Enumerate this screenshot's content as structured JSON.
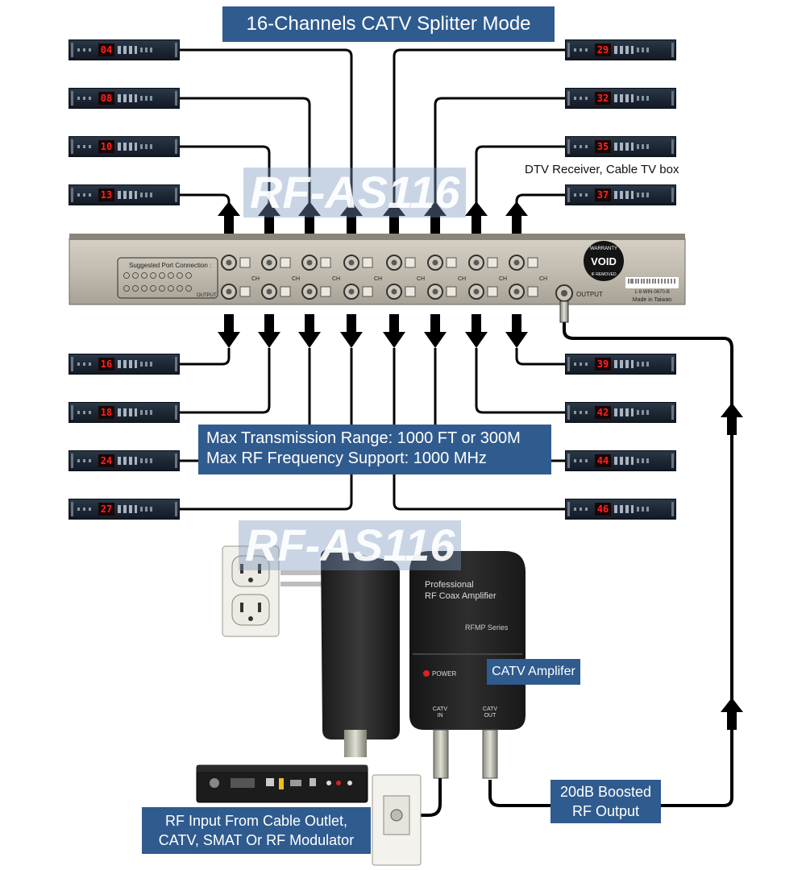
{
  "title": "16-Channels CATV Splitter Mode",
  "watermark_top": "RF-AS116",
  "watermark_bottom": "RF-AS116",
  "dtv_label": "DTV Receiver, Cable TV box",
  "range_lines": [
    "Max Transmission Range: 1000 FT or 300M",
    "Max RF Frequency Support: 1000 MHz"
  ],
  "splitter": {
    "suggested_label": "Suggested Port Connection :",
    "ch_label": "CH",
    "output_label": "OUTPUT",
    "small_output_label": "OUTPUT",
    "warranty_top": "WARRANTY",
    "warranty_main": "VOID",
    "warranty_bottom": "IF REMOVED",
    "serial": "1-9-WIN-0670-B",
    "made_in": "Made in Taiwan"
  },
  "receivers": {
    "left_top": [
      "04",
      "08",
      "10",
      "13"
    ],
    "right_top": [
      "29",
      "32",
      "35",
      "37"
    ],
    "left_bottom": [
      "16",
      "18",
      "24",
      "27"
    ],
    "right_bottom": [
      "39",
      "42",
      "44",
      "46"
    ]
  },
  "amplifier": {
    "line1": "Professional",
    "line2": "RF Coax Amplifier",
    "series": "RFMP Series",
    "power": "POWER",
    "in_label": "CATV\nIN",
    "out_label": "CATV\nOUT",
    "callout": "CATV Amplifer"
  },
  "boost_label": "20dB Boosted\nRF Output",
  "input_label": "RF Input From Cable Outlet,\nCATV, SMAT Or RF Modulator",
  "colors": {
    "label_bg": "#2f5b8f",
    "label_text": "#ffffff",
    "led": "#ff2222",
    "cable": "#000000"
  }
}
